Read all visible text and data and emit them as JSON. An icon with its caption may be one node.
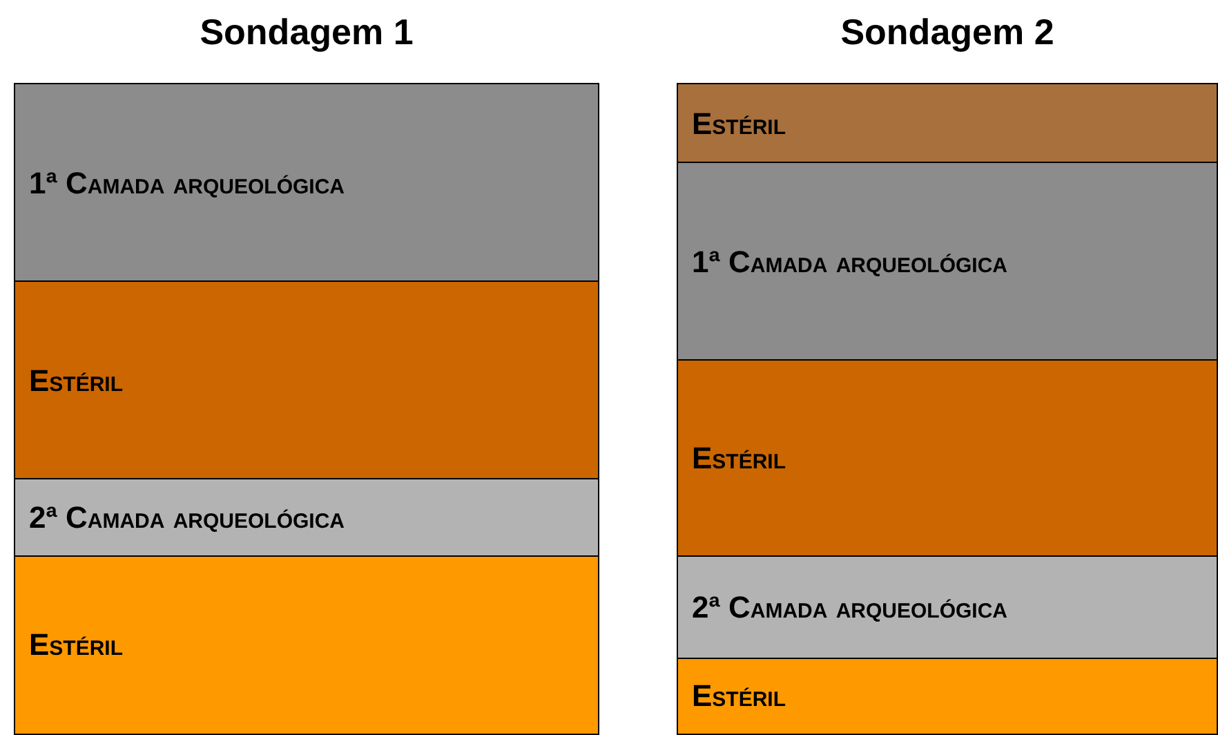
{
  "diagram": {
    "nodes": [
      {
        "text": [
          "Sondagem 1"
        ]
      },
      {
        "text": [
          "1ª Camada arqueológica"
        ],
        "in": 0
      },
      {
        "text": [
          "Estéril"
        ],
        "in": 0
      },
      {
        "text": [
          "2ª Camada arqueológica"
        ],
        "in": 0
      },
      {
        "text": [
          "Estéril"
        ],
        "in": 0
      },
      {
        "text": [
          "Sondagem 2"
        ]
      },
      {
        "text": [
          "Estéril"
        ],
        "in": 5
      },
      {
        "text": [
          "1ª Camada arqueológica"
        ],
        "in": 5
      },
      {
        "text": [
          "Estéril"
        ],
        "in": 5
      },
      {
        "text": [
          "2ª Camada arqueológica"
        ],
        "in": 5
      },
      {
        "text": [
          "Estéril"
        ],
        "in": 5
      }
    ]
  }
}
